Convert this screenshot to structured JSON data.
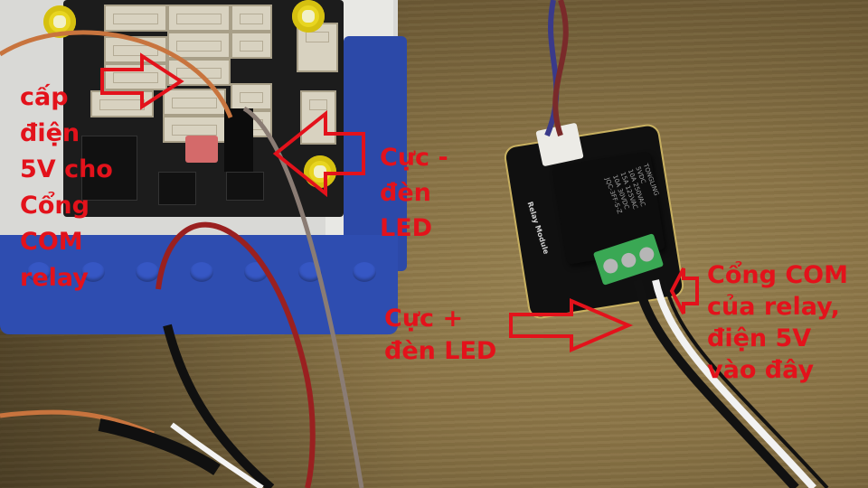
{
  "image": {
    "description": "Photo of an electronics shield board on blue LEGO base wired to a relay module, with red Vietnamese annotation labels and arrows",
    "annotation_color": "#e3121b"
  },
  "annotations": {
    "left_label": {
      "lines": [
        "cấp",
        "điện",
        "5V cho",
        "Cổng",
        "COM",
        "relay"
      ]
    },
    "minus_label": {
      "lines": [
        "Cực -",
        "đèn",
        "LED"
      ]
    },
    "plus_label": {
      "lines": [
        "Cực +",
        "đèn LED"
      ]
    },
    "com_label": {
      "lines": [
        "Cổng COM",
        "của relay,",
        "điện 5V",
        "vào đây"
      ]
    }
  },
  "relay_module": {
    "pcb_label": "Relay Module",
    "relay_brand": "TONGLING",
    "relay_voltage": "5VDC",
    "relay_rating_1": "10A 250VAC",
    "relay_rating_2": "15A 125VAC",
    "relay_rating_3": "10A 30VDC",
    "relay_model": "JQC-3FF-S-Z"
  }
}
